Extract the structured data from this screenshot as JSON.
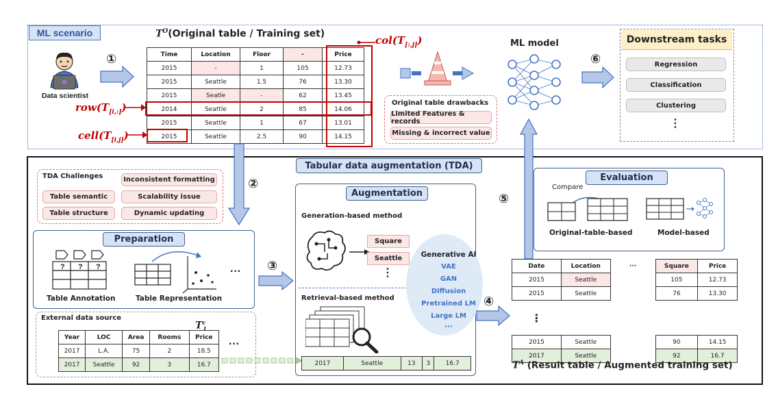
{
  "ml_scenario": {
    "title": "ML scenario",
    "data_scientist": "Data scientist",
    "table_title_sym": "T",
    "table_title_sup": "O",
    "table_title_text": "(Original table / Training set)",
    "headers": [
      "Time",
      "Location",
      "Floor",
      "-",
      "Price"
    ],
    "rows": [
      [
        "2015",
        "-",
        "1",
        "105",
        "12.73"
      ],
      [
        "2015",
        "Seattle",
        "1.5",
        "76",
        "13.30"
      ],
      [
        "2015",
        "Seatle",
        "-",
        "62",
        "13.45"
      ],
      [
        "2014",
        "Seattle",
        "2",
        "85",
        "14.06"
      ],
      [
        "2015",
        "Seattle",
        "1",
        "67",
        "13.01"
      ],
      [
        "2015",
        "Seattle",
        "2.5",
        "90",
        "14.15"
      ]
    ],
    "col_label": "col(T",
    "col_sub": "[:,j]",
    "row_label": "row(T",
    "row_sub": "[i,:]",
    "cell_label": "cell(T",
    "cell_sub": "[i,j]",
    "drawbacks_title": "Original table drawbacks",
    "drawbacks": [
      "Limited Features & records",
      "Missing & incorrect value"
    ],
    "ml_model": "ML model",
    "downstream_title": "Downstream tasks",
    "downstream": [
      "Regression",
      "Classification",
      "Clustering",
      "⋮"
    ]
  },
  "steps": [
    "①",
    "②",
    "③",
    "④",
    "⑤",
    "⑥"
  ],
  "tda": {
    "title": "Tabular data augmentation (TDA)",
    "challenges_title": "TDA Challenges",
    "challenges": [
      "Inconsistent formatting",
      "Table semantic",
      "Scalability issue",
      "Table structure",
      "Dynamic updating"
    ],
    "preparation_title": "Preparation",
    "table_annotation": "Table Annotation",
    "table_representation": "Table Representation",
    "qmark": "?",
    "ellipsis": "···",
    "external_title": "External data source",
    "external_sym": "T",
    "external_sup": "c",
    "external_sub": "1",
    "external_headers": [
      "Year",
      "LOC",
      "Area",
      "Rooms",
      "Price"
    ],
    "external_rows": [
      [
        "2017",
        "L.A.",
        "75",
        "2",
        "18.5"
      ],
      [
        "2017",
        "Seattle",
        "92",
        "3",
        "16.7"
      ]
    ],
    "augmentation_title": "Augmentation",
    "generation_title": "Generation-based method",
    "gen_outputs": [
      "Square",
      "Seattle",
      "⋮"
    ],
    "retrieval_title": "Retrieval-based method",
    "retrieved_row": [
      "2017",
      "Seattle",
      "13",
      "3",
      "16.7"
    ],
    "genai_title": "Generative AI",
    "genai_items": [
      "VAE",
      "GAN",
      "Diffusion",
      "Pretrained LM",
      "Large LM",
      "···"
    ],
    "evaluation_title": "Evaluation",
    "compare": "Compare",
    "original_based": "Original-table-based",
    "model_based": "Model-based",
    "result_headers": [
      "Date",
      "Location",
      "···",
      "Square",
      "Price"
    ],
    "result_rows": [
      [
        "2015",
        "Seattle",
        "",
        "105",
        "12.73"
      ],
      [
        "2015",
        "Seattle",
        "",
        "76",
        "13.30"
      ],
      [
        "⋮",
        "",
        "",
        "",
        ""
      ],
      [
        "2015",
        "Seattle",
        "",
        "90",
        "14.15"
      ],
      [
        "2017",
        "Seattle",
        "",
        "92",
        "16.7"
      ]
    ],
    "result_title_sym": "T",
    "result_title_sup": "A",
    "result_title_text": " (Result table / Augmented training set)"
  },
  "colors": {
    "accent_blue": "#2f5597",
    "arrow_fill": "#b4c7e7",
    "red": "#c00000",
    "pink": "#fbe7e6",
    "green": "#e2efda"
  }
}
